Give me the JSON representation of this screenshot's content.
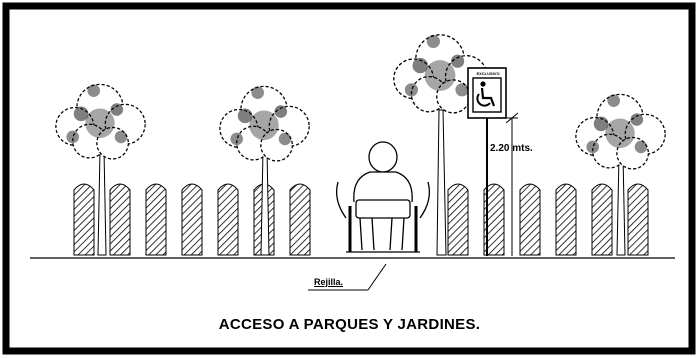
{
  "title": "ACCESO A PARQUES Y JARDINES.",
  "labels": {
    "height": "2.20 mts.",
    "grate": "Rejilla.",
    "sign_header": "EXCLUSIVO"
  },
  "icons": {
    "sign": "wheelchair-accessibility-icon",
    "person": "wheelchair-user-icon",
    "tree": "tree-icon"
  },
  "colors": {
    "line": "#000000",
    "background": "#ffffff",
    "hatch": "#000000"
  }
}
